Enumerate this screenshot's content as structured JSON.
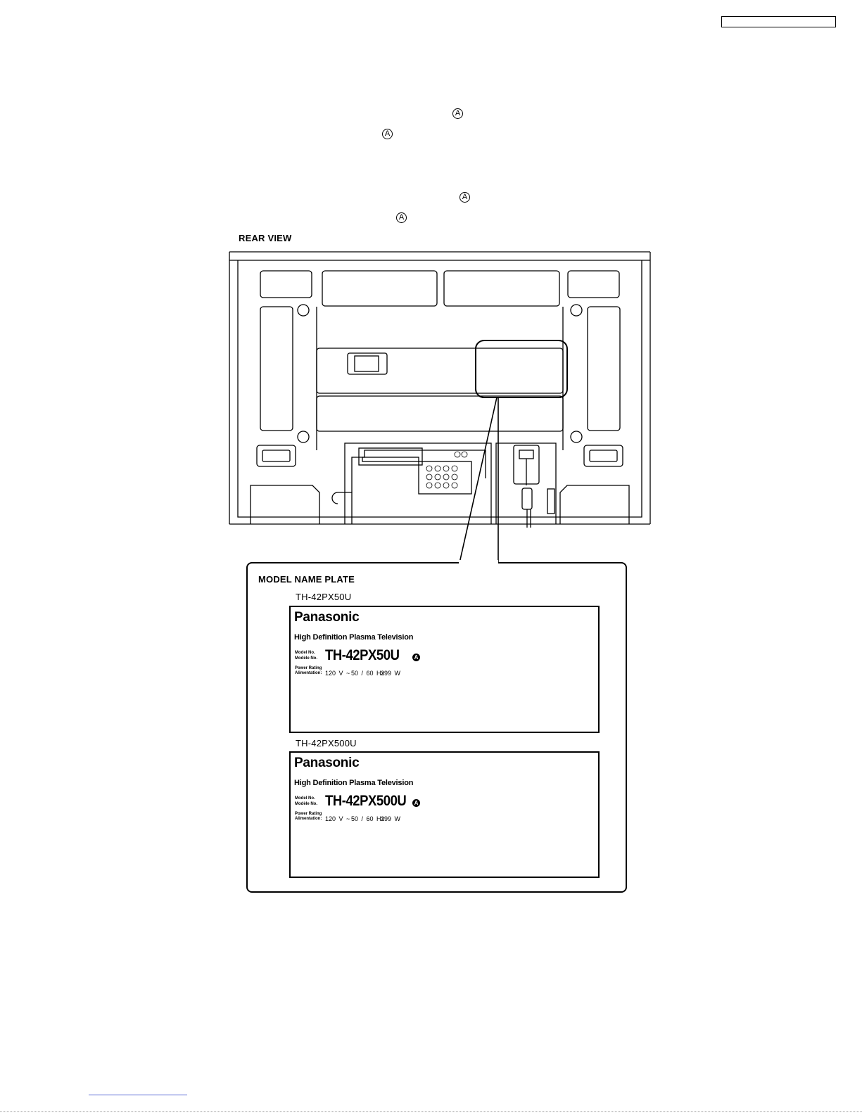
{
  "header": {
    "box_text": ""
  },
  "markers": {
    "circled_a": "A"
  },
  "rear_view": {
    "label": "REAR VIEW"
  },
  "name_plate": {
    "title": "MODEL NAME PLATE",
    "plates": [
      {
        "caption": "TH-42PX50U",
        "brand": "Panasonic",
        "description": "High Definition Plasma Television",
        "model_label_1": "Model No.",
        "model_label_2": "Modèle No.",
        "power_label_1": "Power Rating",
        "power_label_2": "Alimentation:",
        "model": "TH-42PX50U",
        "voltage": "120 V ~",
        "frequency": "50 / 60 Hz",
        "power": "399 W",
        "mark": "A"
      },
      {
        "caption": "TH-42PX500U",
        "brand": "Panasonic",
        "description": "High Definition Plasma Television",
        "model_label_1": "Model No.",
        "model_label_2": "Modèle No.",
        "power_label_1": "Power Rating",
        "power_label_2": "Alimentation:",
        "model": "TH-42PX500U",
        "voltage": "120 V ~",
        "frequency": "50 / 60 Hz",
        "power": "399 W",
        "mark": "A"
      }
    ]
  }
}
